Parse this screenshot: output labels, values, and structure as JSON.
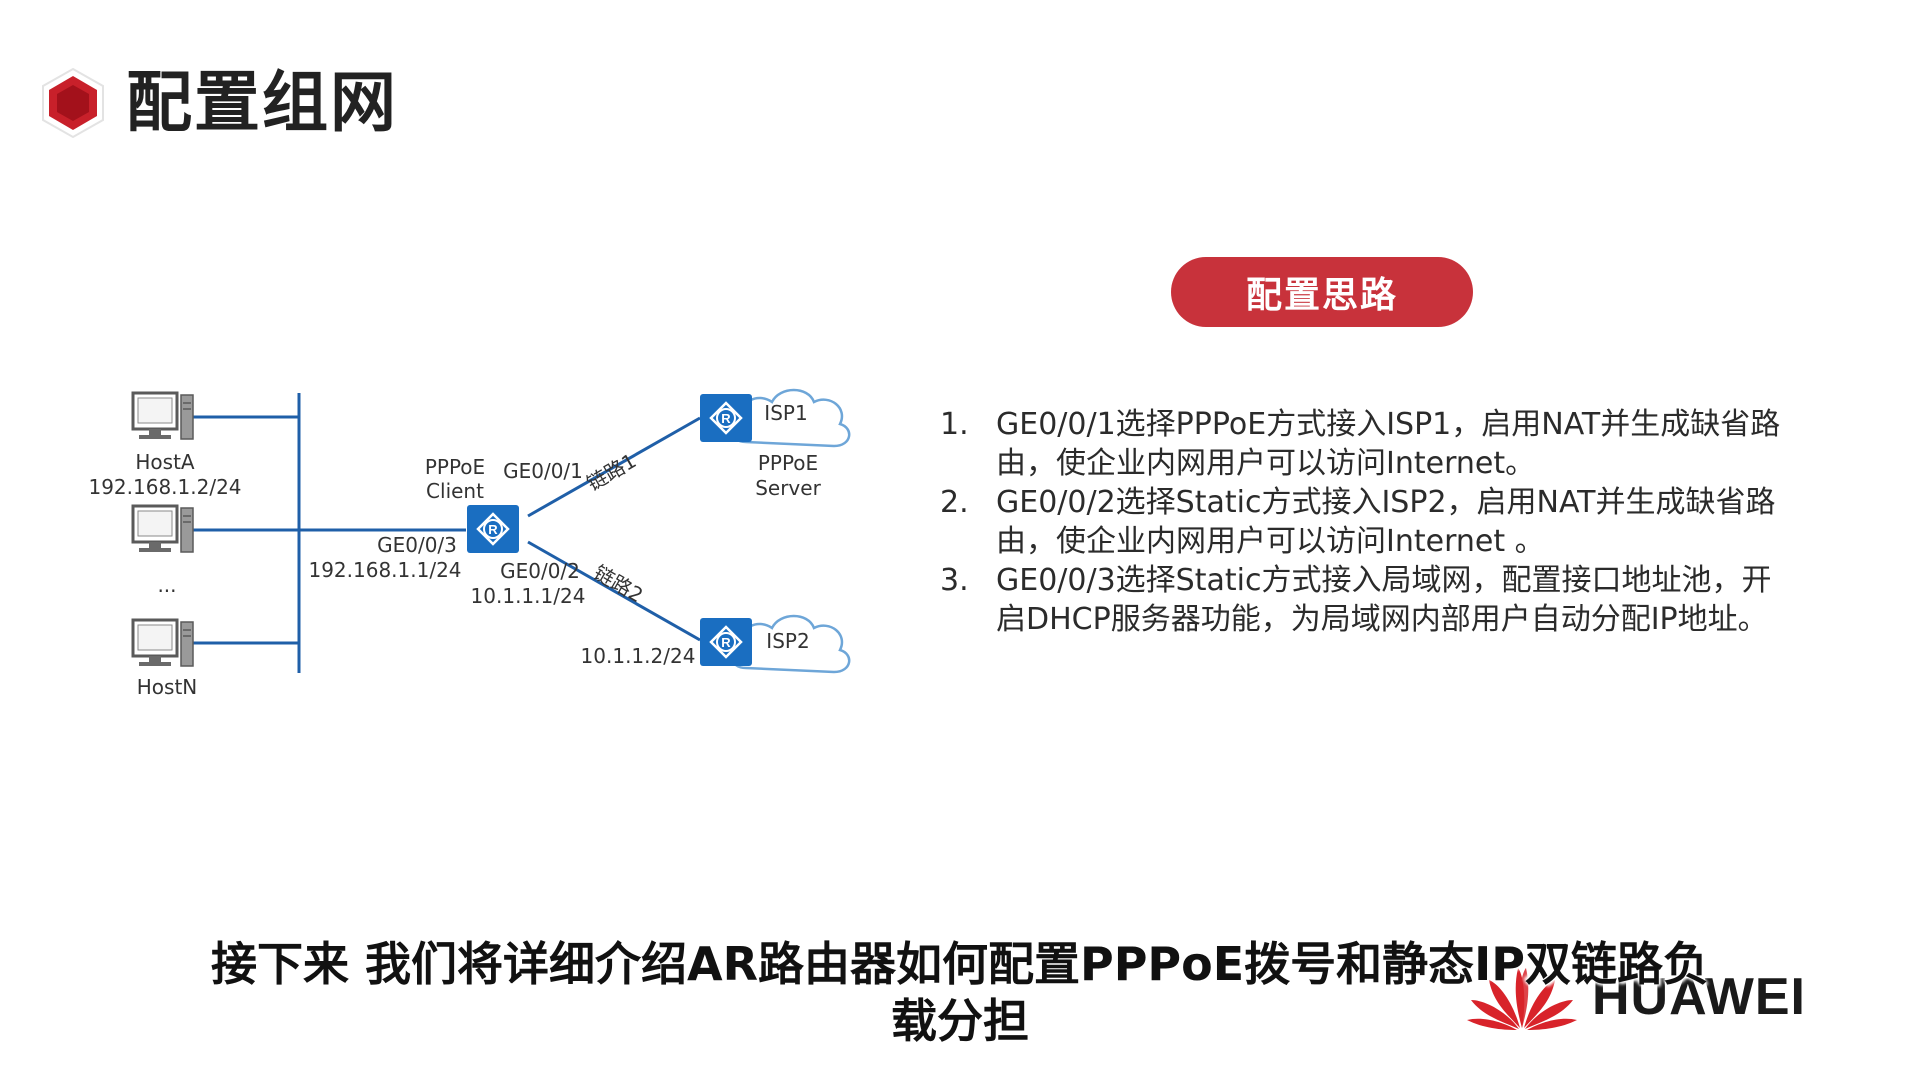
{
  "header": {
    "title": "配置组网",
    "icon": "red-hexagon-icon"
  },
  "pill": {
    "label": "配置思路",
    "color": "#c8323b"
  },
  "steps": [
    {
      "num": "1.",
      "line1": "GE0/0/1选择PPPoE方式接入ISP1，启用NAT并生成缺省路",
      "line2": "由，使企业内网用户可以访问Internet。"
    },
    {
      "num": "2.",
      "line1": "GE0/0/2选择Static方式接入ISP2，启用NAT并生成缺省路",
      "line2": "由，使企业内网用户可以访问Internet 。"
    },
    {
      "num": "3.",
      "line1": "GE0/0/3选择Static方式接入局域网，配置接口地址池，开",
      "line2": "启DHCP服务器功能，为局域网内部用户自动分配IP地址。"
    }
  ],
  "diagram": {
    "hosts": {
      "top_name": "HostA",
      "top_ip": "192.168.1.2/24",
      "ellipsis": "...",
      "bottom_name": "HostN"
    },
    "client": {
      "line1": "PPPoE",
      "line2": "Client"
    },
    "ge003": {
      "name": "GE0/0/3",
      "ip": "192.168.1.1/24"
    },
    "ge001": {
      "name": "GE0/0/1"
    },
    "ge002": {
      "name": "GE0/0/2",
      "ip": "10.1.1.1/24"
    },
    "link1": "链路1",
    "link2": "链路2",
    "isp1": {
      "name": "ISP1",
      "server_line1": "PPPoE",
      "server_line2": "Server"
    },
    "isp2": {
      "name": "ISP2",
      "ip": "10.1.1.2/24"
    },
    "router_color": "#1a6ec1",
    "line_color": "#1f5fa8"
  },
  "subtitle": {
    "line1": "接下来 我们将详细介绍AR路由器如何配置PPPoE拨号和静态IP双链路负",
    "line2": "载分担"
  },
  "brand": {
    "name": "HUAWEI",
    "color": "#d8232a"
  }
}
